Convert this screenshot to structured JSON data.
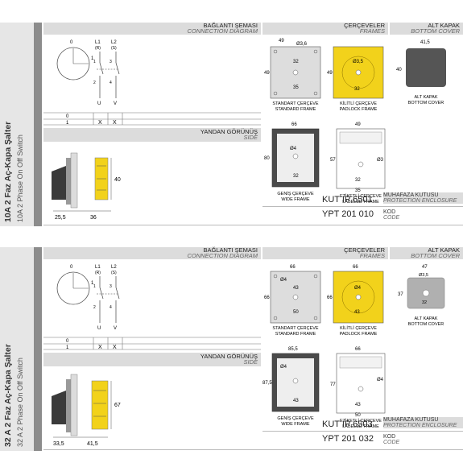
{
  "panels": [
    {
      "title": "10A 2 Faz Aç-Kapa Şalter",
      "subtitle": "10A 2 Phase On Off Switch",
      "wiring_tr": "BAĞLANTI ŞEMASI",
      "wiring_en": "CONNECTION DIAGRAM",
      "frames_tr": "ÇERÇEVELER",
      "frames_en": "FRAMES",
      "cover_tr": "ALT KAPAK",
      "cover_en": "BOTTOM COVER",
      "side_tr": "YANDAN GÖRÜNÜŞ",
      "side_en": "SIDE",
      "positions": {
        "off": "0",
        "on": "1"
      },
      "terminals": {
        "l1": "L1",
        "l1s": "(R)",
        "l2": "L2",
        "l2s": "(S)",
        "u": "U",
        "v": "V",
        "t1": "1",
        "t2": "2",
        "t3": "3",
        "t4": "4"
      },
      "table": {
        "row0": "0",
        "row1": "1",
        "x1": "X",
        "x2": "X"
      },
      "frame_std": {
        "tr": "STANDART ÇERÇEVE",
        "en": "STANDARD FRAME",
        "w": "49",
        "hole": "Ø3,6",
        "h": "49",
        "inner": "32",
        "base": "35"
      },
      "frame_lock": {
        "tr": "KİLİTLİ ÇERÇEVE",
        "en": "PADLOCK FRAME",
        "hole": "Ø3,5",
        "h": "49",
        "inner": "32"
      },
      "frame_wide": {
        "tr": "GENİŞ ÇERÇEVE",
        "en": "WIDE FRAME",
        "w": "66",
        "h": "80",
        "hole": "Ø4",
        "inner": "32"
      },
      "frame_label": {
        "tr": "ETİKETLİ ÇERÇEVE",
        "en": "LABELED FRAME",
        "w": "49",
        "h": "57",
        "hole": "Ø3",
        "inner": "32",
        "base": "35"
      },
      "cover": {
        "w": "41,5",
        "h": "40",
        "tr": "ALT KAPAK",
        "en": "BOTTOM COVER"
      },
      "side_dims": {
        "a": "25,5",
        "b": "36",
        "h": "40"
      },
      "enclosure_code": "KUT IP 6501",
      "enclosure_tr": "MUHAFAZA KUTUSU",
      "enclosure_en": "PROTECTION ENCLOSURE",
      "product_code": "YPT 201 010",
      "code_tr": "KOD",
      "code_en": "CODE"
    },
    {
      "title": "32 A 2 Faz Aç-Kapa Şalter",
      "subtitle": "32 A 2 Phase On Off Switch",
      "wiring_tr": "BAĞLANTI ŞEMASI",
      "wiring_en": "CONNECTION DIAGRAM",
      "frames_tr": "ÇERÇEVELER",
      "frames_en": "FRAMES",
      "cover_tr": "ALT KAPAK",
      "cover_en": "BOTTOM COVER",
      "side_tr": "YANDAN GÖRÜNÜŞ",
      "side_en": "SIDE",
      "positions": {
        "off": "0",
        "on": "1"
      },
      "terminals": {
        "l1": "L1",
        "l1s": "(R)",
        "l2": "L2",
        "l2s": "(S)",
        "u": "U",
        "v": "V",
        "t1": "1",
        "t2": "2",
        "t3": "3",
        "t4": "4"
      },
      "table": {
        "row0": "0",
        "row1": "1",
        "x1": "X",
        "x2": "X"
      },
      "frame_std": {
        "tr": "STANDART ÇERÇEVE",
        "en": "STANDARD FRAME",
        "w": "66",
        "hole": "Ø4",
        "h": "66",
        "inner": "43",
        "base": "50"
      },
      "frame_lock": {
        "tr": "KİLİTLİ ÇERÇEVE",
        "en": "PADLOCK FRAME",
        "w": "66",
        "hole": "Ø4",
        "h": "66",
        "inner": "43"
      },
      "frame_wide": {
        "tr": "GENİŞ ÇERÇEVE",
        "en": "WIDE FRAME",
        "w": "85,5",
        "h": "87,5",
        "hole": "Ø4",
        "inner": "43"
      },
      "frame_label": {
        "tr": "ETİKETLİ ÇERÇEVE",
        "en": "LABELED FRAME",
        "w": "66",
        "h": "77",
        "hole": "Ø4",
        "inner": "43",
        "base": "50"
      },
      "cover": {
        "w": "47",
        "h": "37",
        "hole": "Ø3,5",
        "inner": "32",
        "tr": "ALT KAPAK",
        "en": "BOTTOM COVER"
      },
      "side_dims": {
        "a": "33,5",
        "b": "41,5",
        "h": "67"
      },
      "enclosure_code": "KUT IP 6503",
      "enclosure_tr": "MUHAFAZA KUTUSU",
      "enclosure_en": "PROTECTION ENCLOSURE",
      "product_code": "YPT 201 032",
      "code_tr": "KOD",
      "code_en": "CODE"
    }
  ],
  "colors": {
    "yellow": "#f2d21b",
    "frame_grey": "#dddddd",
    "dark": "#444444",
    "header": "#dcdcdc"
  }
}
